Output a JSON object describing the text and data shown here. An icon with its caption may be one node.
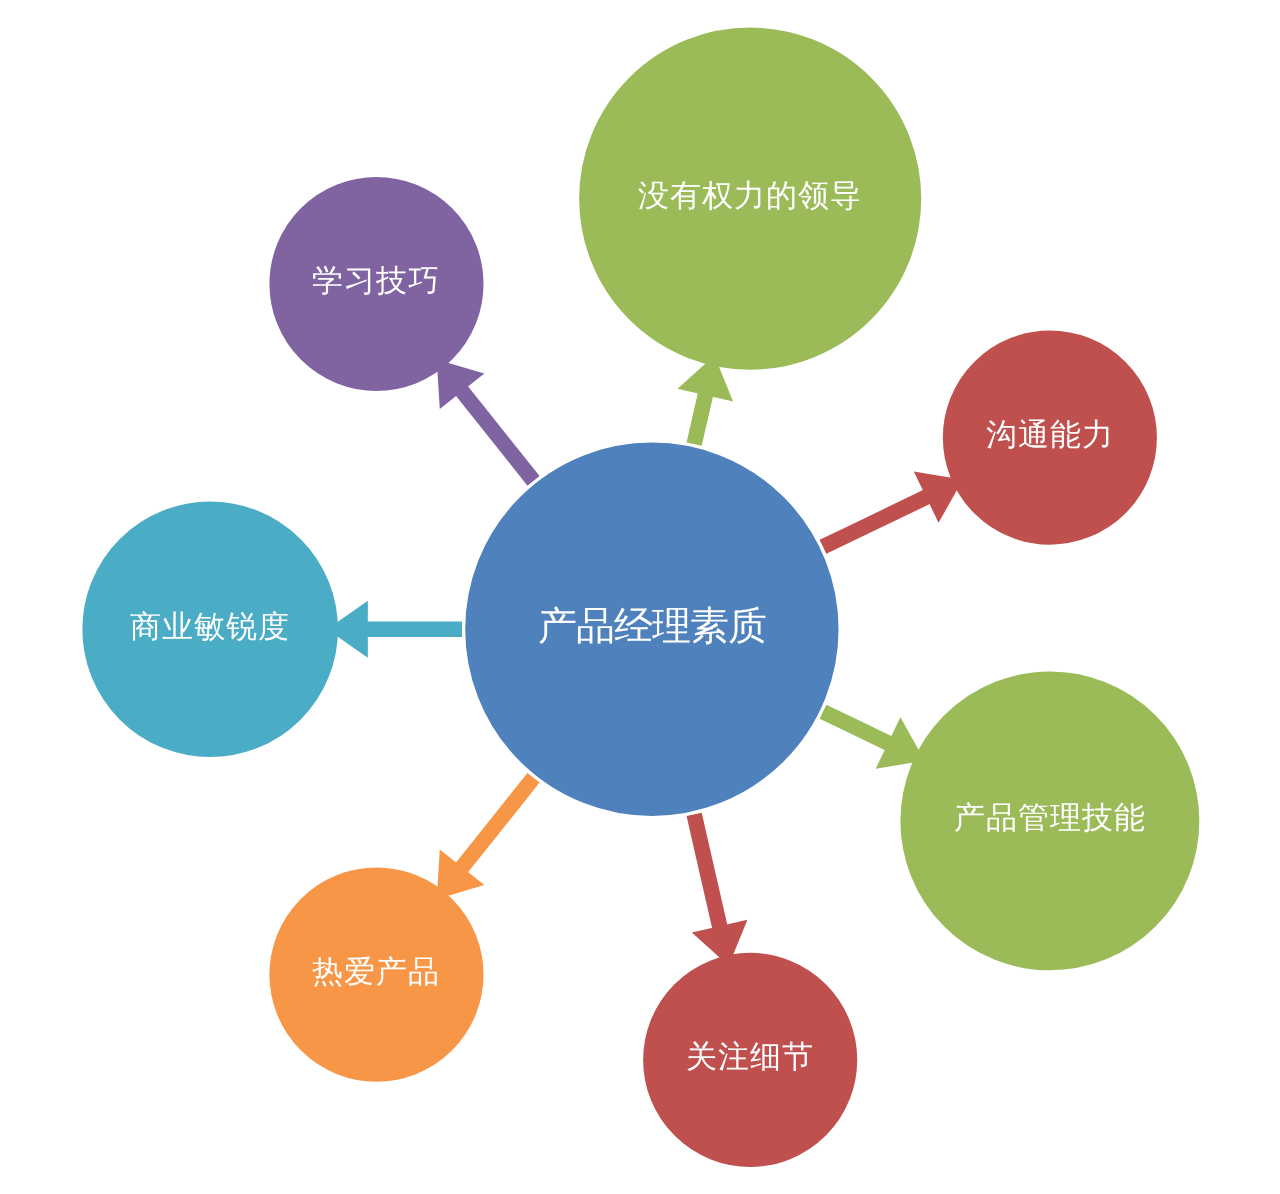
{
  "diagram": {
    "nodes": [
      {
        "text": [
          "产品经理素质"
        ]
      },
      {
        "text": [
          "沟通能力"
        ]
      },
      {
        "text": [
          "没有权力的领导"
        ]
      },
      {
        "text": [
          "学习技巧"
        ]
      },
      {
        "text": [
          "商业敏锐度"
        ]
      },
      {
        "text": [
          "热爱产品"
        ]
      },
      {
        "text": [
          "关注细节"
        ]
      },
      {
        "text": [
          "产品管理技能"
        ]
      }
    ],
    "edges": [
      {
        "from": 0,
        "to": 1,
        "arrow": "to",
        "color": "#c0504d"
      },
      {
        "from": 0,
        "to": 2,
        "arrow": "to",
        "color": "#9bbb59"
      },
      {
        "from": 0,
        "to": 3,
        "arrow": "to",
        "color": "#8064a2"
      },
      {
        "from": 0,
        "to": 4,
        "arrow": "to",
        "color": "#4bacc6"
      },
      {
        "from": 0,
        "to": 5,
        "arrow": "to",
        "color": "#f79646"
      },
      {
        "from": 0,
        "to": 6,
        "arrow": "to",
        "color": "#c0504d"
      },
      {
        "from": 0,
        "to": 7,
        "arrow": "to",
        "color": "#9bbb59"
      }
    ]
  }
}
